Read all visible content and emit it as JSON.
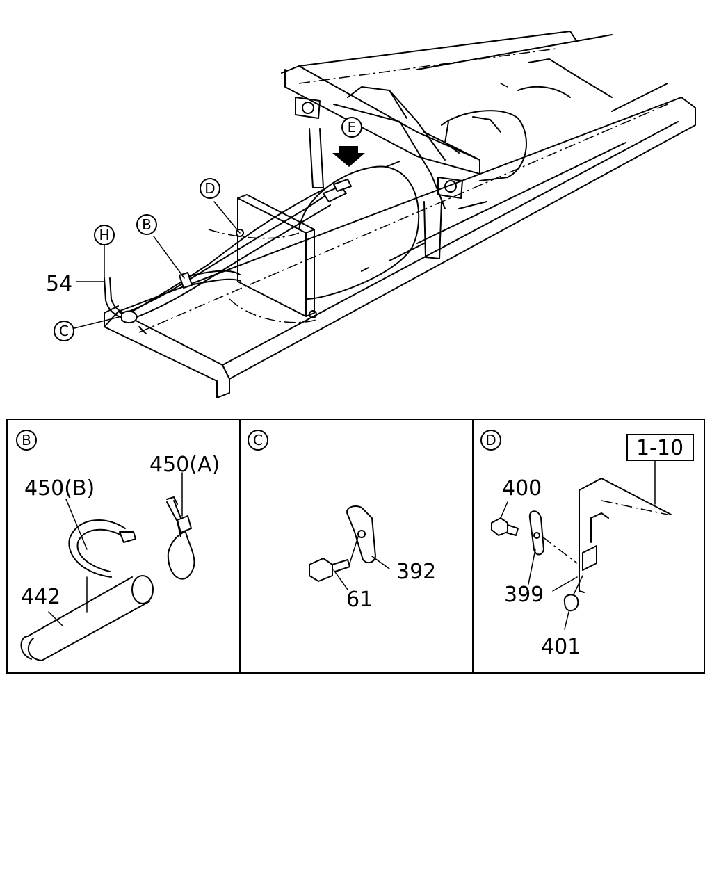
{
  "top_callouts": {
    "E": "E",
    "D": "D",
    "B": "B",
    "H": "H",
    "C": "C",
    "part_54": "54"
  },
  "panels": {
    "B": {
      "header": "B",
      "labels": {
        "p450a": "450(A)",
        "p450b": "450(B)",
        "p442": "442"
      }
    },
    "C": {
      "header": "C",
      "labels": {
        "p392": "392",
        "p61": "61"
      }
    },
    "D": {
      "header": "D",
      "ref_box": "1-10",
      "labels": {
        "p400": "400",
        "p399": "399",
        "p401": "401"
      }
    }
  }
}
